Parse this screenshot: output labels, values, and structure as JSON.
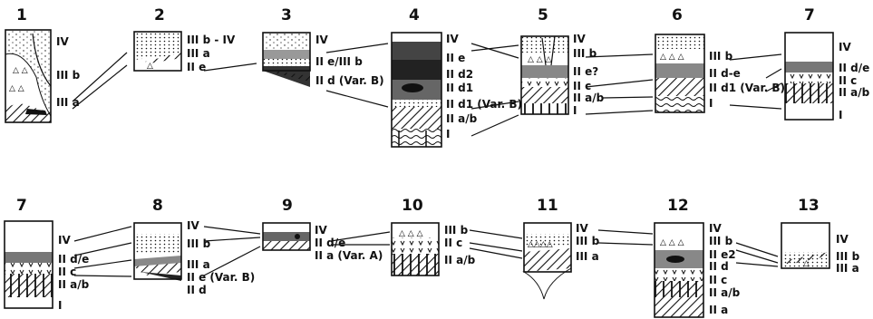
{
  "profiles": [
    {
      "id": "1",
      "labels": [
        "IV",
        "III b",
        "III a"
      ]
    },
    {
      "id": "2",
      "labels": [
        "III b - IV",
        "III a",
        "II e"
      ]
    },
    {
      "id": "3",
      "labels": [
        "IV",
        "II e/III b",
        "II d (Var. B)"
      ]
    },
    {
      "id": "4",
      "labels": [
        "IV",
        "II e",
        "II d2",
        "II d1",
        "II d1 (Var. B)",
        "II a/b",
        "I"
      ]
    },
    {
      "id": "5",
      "labels": [
        "IV",
        "III b",
        "II e?",
        "II c",
        "II a/b",
        "I"
      ]
    },
    {
      "id": "6",
      "labels": [
        "III b",
        "II d-e",
        "II d1 (Var. B)",
        "I"
      ]
    },
    {
      "id": "7",
      "labels": [
        "IV",
        "II d/e",
        "II c",
        "II a/b",
        "I"
      ]
    },
    {
      "id": "7",
      "labels": [
        "IV",
        "II d/e",
        "II c",
        "II a/b",
        "I"
      ]
    },
    {
      "id": "8",
      "labels": [
        "IV",
        "III b",
        "III a",
        "II e (Var. B)",
        "II d"
      ]
    },
    {
      "id": "9",
      "labels": [
        "IV",
        "II d/e",
        "II a (Var. A)"
      ]
    },
    {
      "id": "10",
      "labels": [
        "III b",
        "II c",
        "II a/b"
      ]
    },
    {
      "id": "11",
      "labels": [
        "IV",
        "III b",
        "III a"
      ]
    },
    {
      "id": "12",
      "labels": [
        "IV",
        "III b",
        "II e2",
        "II d",
        "II c",
        "II a/b",
        "II a"
      ]
    },
    {
      "id": "13",
      "labels": [
        "IV",
        "III b",
        "III a"
      ]
    }
  ]
}
